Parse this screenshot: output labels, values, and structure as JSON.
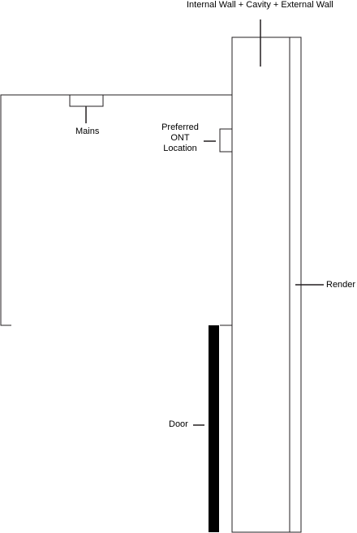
{
  "labels": {
    "wall": "Internal Wall + Cavity + External Wall",
    "mains": "Mains",
    "ont_line1": "Preferred",
    "ont_line2": "ONT",
    "ont_line3": "Location",
    "render": "Render",
    "door": "Door"
  },
  "colors": {
    "line": "#231f20",
    "door": "#000000",
    "background": "#ffffff"
  }
}
